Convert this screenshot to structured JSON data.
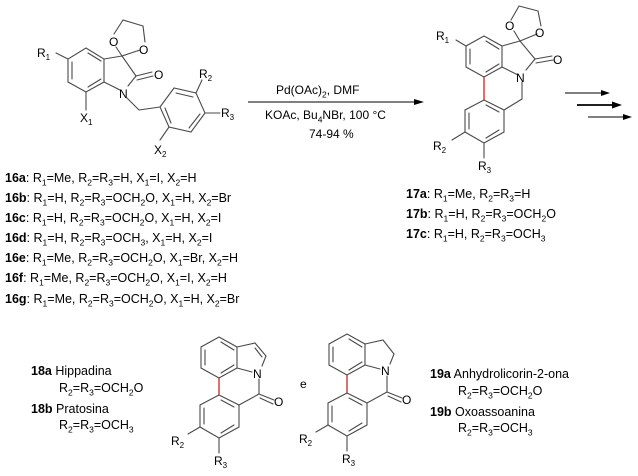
{
  "reaction": {
    "reagents_above": "Pd(OAc)2, DMF",
    "conditions_below": "KOAc, Bu4NBr, 100 °C",
    "yield": "74-94 %"
  },
  "starting_material": {
    "id": "16",
    "atom_labels": {
      "r1": "R1",
      "r2": "R2",
      "r3": "R3",
      "x1": "X1",
      "x2": "X2",
      "n": "N",
      "o_carbonyl": "O",
      "o_ring_1": "O",
      "o_ring_2": "O"
    },
    "variants": [
      {
        "id": "16a",
        "text": "R1=Me, R2=R3=H, X1=I, X2=H"
      },
      {
        "id": "16b",
        "text": "R1=H, R2=R3=OCH2O, X1=H, X2=Br"
      },
      {
        "id": "16c",
        "text": "R1=H, R2=R3=OCH2O, X1=H, X2=I"
      },
      {
        "id": "16d",
        "text": "R1=H, R2=R3=OCH3, X1=H, X2=I"
      },
      {
        "id": "16e",
        "text": "R1=Me, R2=R3=OCH2O, X1=Br, X2=H"
      },
      {
        "id": "16f",
        "text": "R1=Me, R2=R3=OCH2O, X1=I, X2=H"
      },
      {
        "id": "16g",
        "text": "R1=Me, R2=R3=OCH2O, X1=H, X2=Br"
      }
    ]
  },
  "product": {
    "id": "17",
    "variants": [
      {
        "id": "17a",
        "text": "R1=Me, R2=R3=H"
      },
      {
        "id": "17b",
        "text": "R1=H, R2=R3=OCH2O"
      },
      {
        "id": "17c",
        "text": "R1=H, R2=R3=OCH3"
      }
    ]
  },
  "natural_products": {
    "connector": "e",
    "group18": [
      {
        "id": "18a",
        "name": "Hippadina",
        "subst": "R2=R3=OCH2O"
      },
      {
        "id": "18b",
        "name": "Pratosina",
        "subst": "R2=R3=OCH3"
      }
    ],
    "group19": [
      {
        "id": "19a",
        "name": "Anhydrolicorin-2-ona",
        "subst": "R2=R3=OCH2O"
      },
      {
        "id": "19b",
        "name": "Oxoassoanina",
        "subst": "R2=R3=OCH3"
      }
    ]
  },
  "colors": {
    "new_bond": "#d41f1f",
    "bond": "#4a4a4a"
  }
}
